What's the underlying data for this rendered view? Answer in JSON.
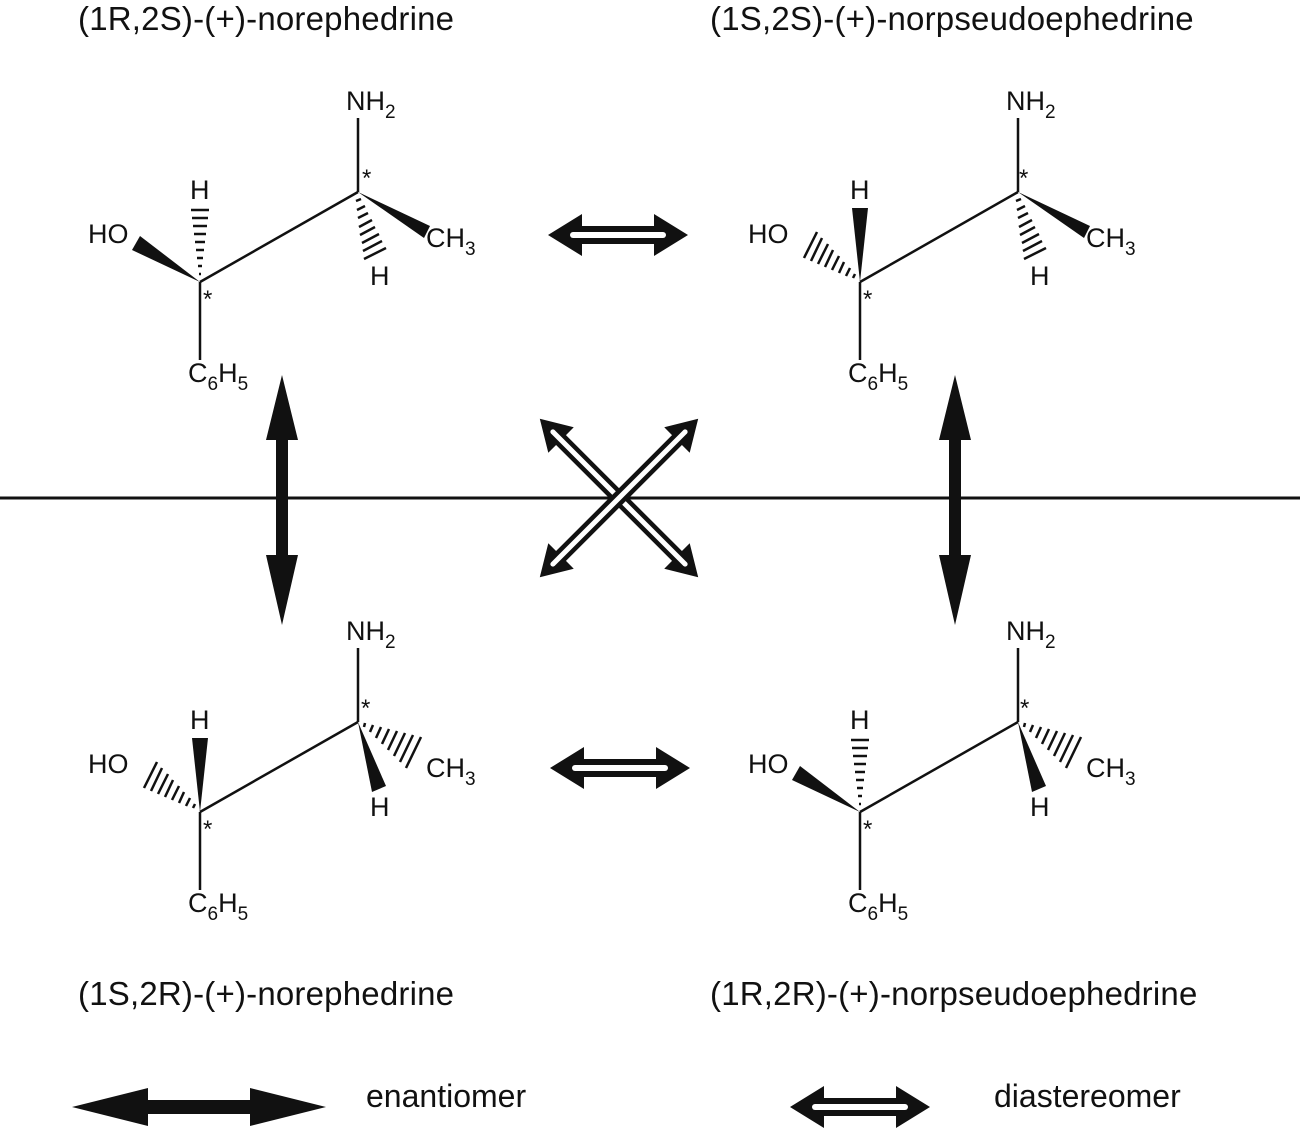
{
  "titles": {
    "top_left": "(1R,2S)-(+)-norephedrine",
    "top_right": "(1S,2S)-(+)-norpseudoephedrine",
    "bottom_left": "(1S,2R)-(+)-norephedrine",
    "bottom_right": "(1R,2R)-(+)-norpseudoephedrine"
  },
  "atoms": {
    "amine": "NH",
    "amine_sub": "2",
    "hydrogen": "H",
    "hydroxyl": "HO",
    "methyl": "CH",
    "methyl_sub": "3",
    "phenyl_c": "C",
    "phenyl_c_sub": "6",
    "phenyl_h": "H",
    "phenyl_h_sub": "5",
    "stereocenter": "*"
  },
  "legend": {
    "enantiomer": "enantiomer",
    "diastereomer": "diastereomer"
  }
}
